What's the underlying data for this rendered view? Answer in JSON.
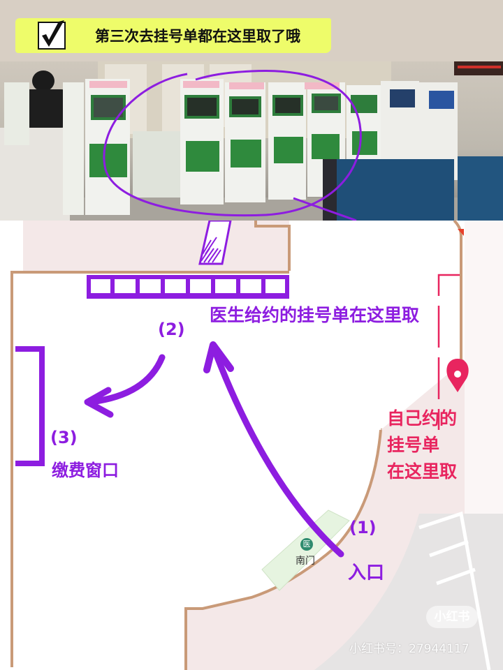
{
  "header": {
    "banner_title": "第三次去挂号单都在这里取了哦",
    "checkbox_icon": "checked-box-icon",
    "banner_color": "#eefc6a"
  },
  "photo": {
    "description": "hospital self-service kiosks (circled)",
    "highlight_color": "#8d1de0"
  },
  "map": {
    "poi": {
      "label": "南门",
      "icon": "hospital-icon",
      "icon_glyph": "医"
    },
    "annotations": {
      "step1_number": "(1)",
      "step1_label": "入口",
      "step2_number": "(2)",
      "step2_label": "医生给约的挂号单在这里取",
      "step3_number": "(3)",
      "step3_label": "缴费窗口",
      "self_booking_line1": "自己约的",
      "self_booking_line2": "挂号单",
      "self_booking_line3": "在这里取"
    },
    "colors": {
      "annotation_purple": "#8d1de0",
      "annotation_pink": "#e8255f",
      "building_outline": "#c99a78",
      "building_fill": "#f4e8e8",
      "green_area": "#e6f4e0"
    }
  },
  "watermark": {
    "badge": "小红书",
    "id_text": "小红书号：27944117"
  }
}
